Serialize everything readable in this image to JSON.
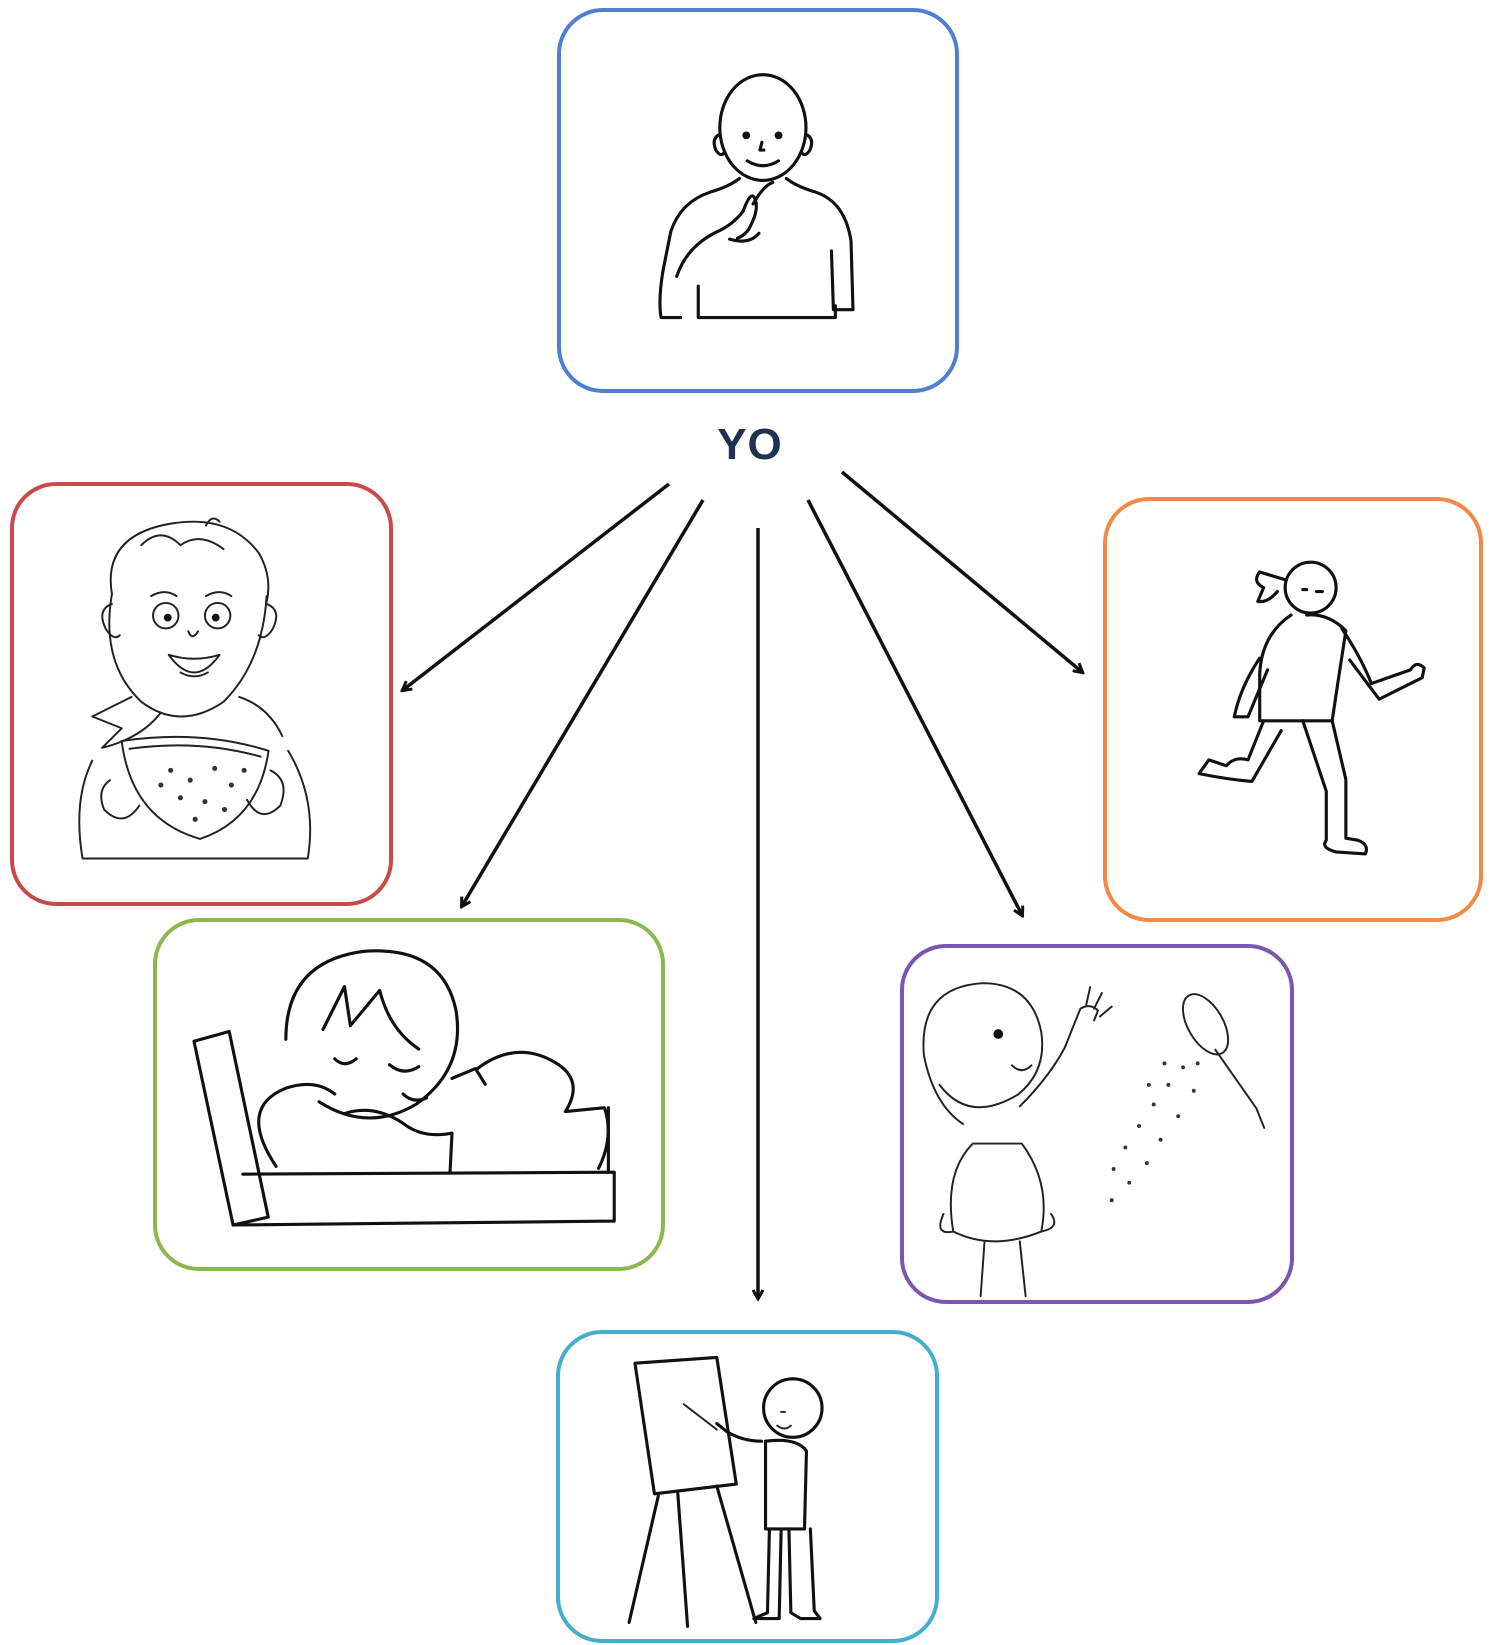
{
  "center": {
    "label": "YO"
  },
  "colors": {
    "self_border": "#4f7fd0",
    "eat_border": "#c84a4a",
    "run_border": "#f28a46",
    "sleep_border": "#8ab84e",
    "shower_border": "#7b56b0",
    "paint_border": "#45aecd",
    "arrow": "#111111"
  },
  "pictograms": [
    {
      "id": "self",
      "icon": "person-pointing-to-self-icon"
    },
    {
      "id": "eat",
      "icon": "child-eating-watermelon-icon"
    },
    {
      "id": "run",
      "icon": "person-running-icon"
    },
    {
      "id": "sleep",
      "icon": "child-sleeping-in-bed-icon"
    },
    {
      "id": "shower",
      "icon": "girl-showering-icon"
    },
    {
      "id": "paint",
      "icon": "child-painting-at-easel-icon"
    }
  ]
}
